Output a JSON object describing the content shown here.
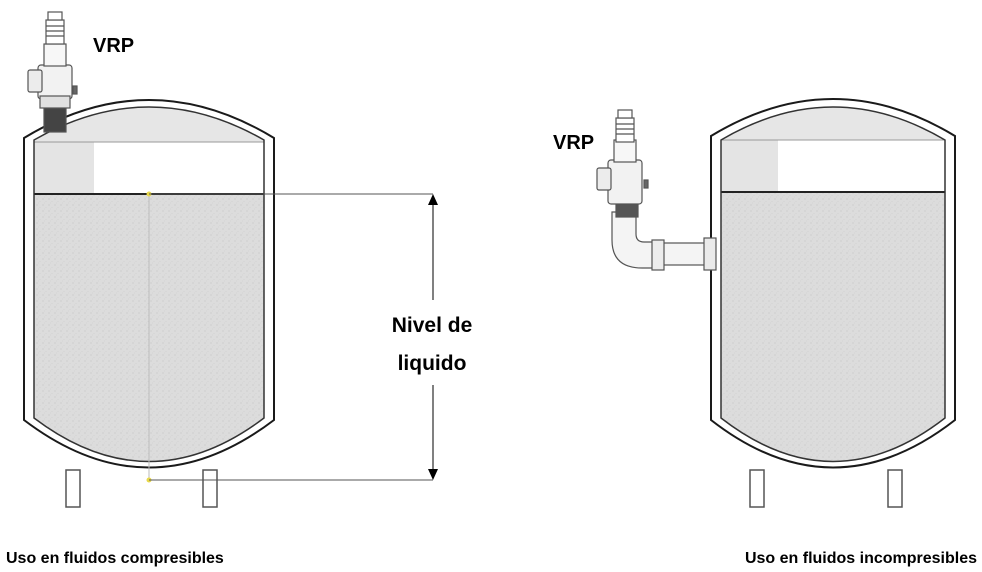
{
  "labels": {
    "left_valve": "VRP",
    "right_valve": "VRP",
    "level_line1": "Nivel de",
    "level_line2": "liquido",
    "caption_left": "Uso en fluidos compresibles",
    "caption_right": "Uso en fluidos incompresibles"
  },
  "colors": {
    "tank_outline": "#1a1a1a",
    "liquid_fill": "#dcdcdc",
    "vapor_fill": "#ffffff",
    "head_fill": "#e6e6e6",
    "valve_fill": "#f2f2f2",
    "marker": "#e8d84a"
  }
}
